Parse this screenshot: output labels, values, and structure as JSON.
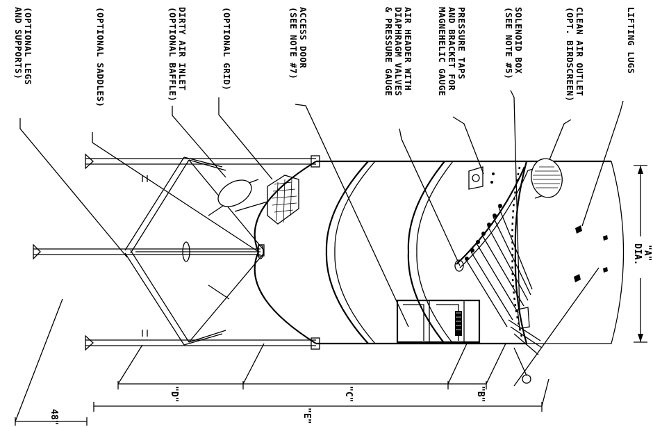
{
  "labels": {
    "legs_line1": "(OPTIONAL LEGS",
    "legs_line2": "AND SUPPORTS)",
    "saddles": "(OPTIONAL SADDLES)",
    "inlet_line1": "DIRTY AIR INLET",
    "inlet_line2": "(OPTIONAL BAFFLE)",
    "grid": "(OPTIONAL GRID)",
    "access_line1": "ACCESS DOOR",
    "access_line2": "(SEE NOTE #7)",
    "header_line1": "AIR HEADER WITH",
    "header_line2": "DIAPHRAGM VALVES",
    "header_line3": "& PRESSURE GAUGE",
    "taps_line1": "PRESSURE TAPS",
    "taps_line2": "AND BRACKET FOR",
    "taps_line3": "MAGNEHELIC GAUGE",
    "solenoid_line1": "SOLENOID BOX",
    "solenoid_line2": "(SEE NOTE #5)",
    "outlet_line1": "CLEAN AIR OUTLET",
    "outlet_line2": "(OPT. BIRDSCREEN)",
    "lugs": "LIFTING LUGS"
  },
  "dimensions": {
    "a_line1": "\"A\"",
    "a_line2": "DIA.",
    "b": "\"B\"",
    "c": "\"C\"",
    "d": "\"D\"",
    "e": "\"E\"",
    "f": "48\""
  }
}
